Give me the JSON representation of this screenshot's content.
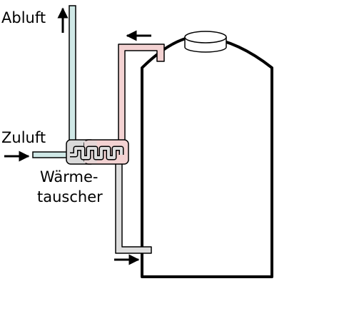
{
  "labels": {
    "exhaust": "Abluft",
    "supply": "Zuluft",
    "heat_exchanger_line1": "Wärme-",
    "heat_exchanger_line2": "tauscher"
  },
  "colors": {
    "outline": "#000000",
    "cool_pipe": "#cfe8e6",
    "warm_pipe": "#f3d2d2",
    "grey_pipe": "#dedede",
    "exchanger_body": "#d9d9d9",
    "background": "#ffffff"
  },
  "icons": {
    "exhaust_arrow": "arrow-up-icon",
    "supply_arrow": "arrow-right-icon",
    "return_arrow": "arrow-left-icon",
    "inlet_arrow": "arrow-right-icon"
  }
}
